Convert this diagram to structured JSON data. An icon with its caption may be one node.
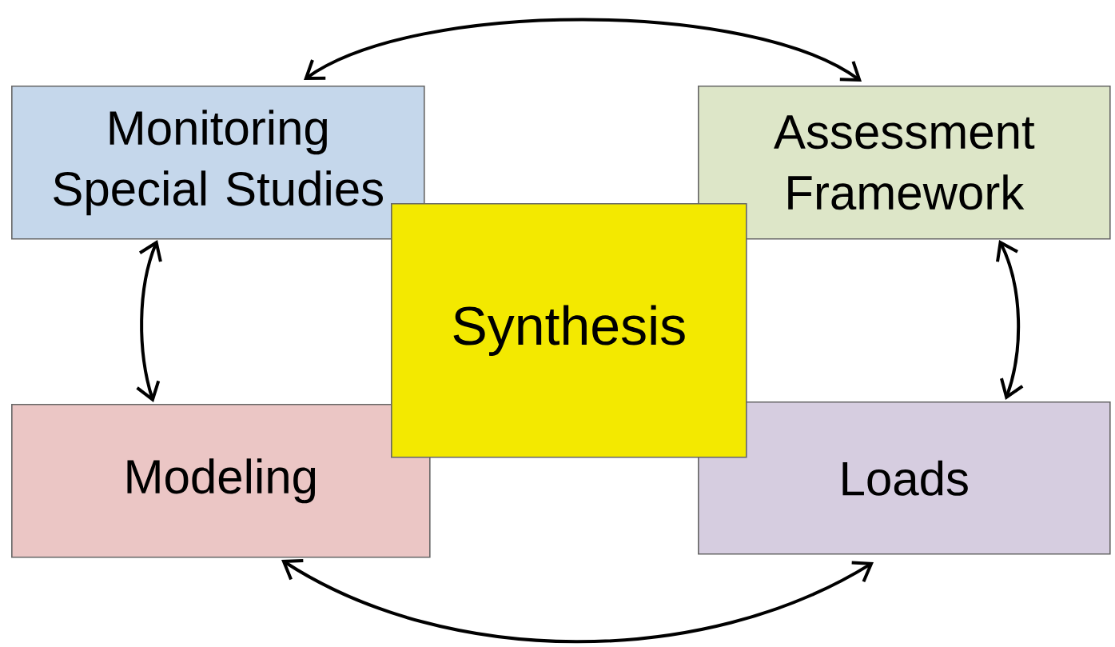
{
  "diagram": {
    "nodes": [
      {
        "text": [
          "Monitoring Special Studies"
        ]
      },
      {
        "text": [
          "Assessment Framework"
        ]
      },
      {
        "text": [
          "Synthesis"
        ]
      },
      {
        "text": [
          "Modeling"
        ]
      },
      {
        "text": [
          "Loads"
        ]
      }
    ],
    "edges": [
      {
        "from": 0,
        "to": 1,
        "arrow": "both"
      },
      {
        "from": 0,
        "to": 3,
        "arrow": "both"
      },
      {
        "from": 1,
        "to": 4,
        "arrow": "both"
      },
      {
        "from": 3,
        "to": 4,
        "arrow": "both"
      }
    ]
  }
}
